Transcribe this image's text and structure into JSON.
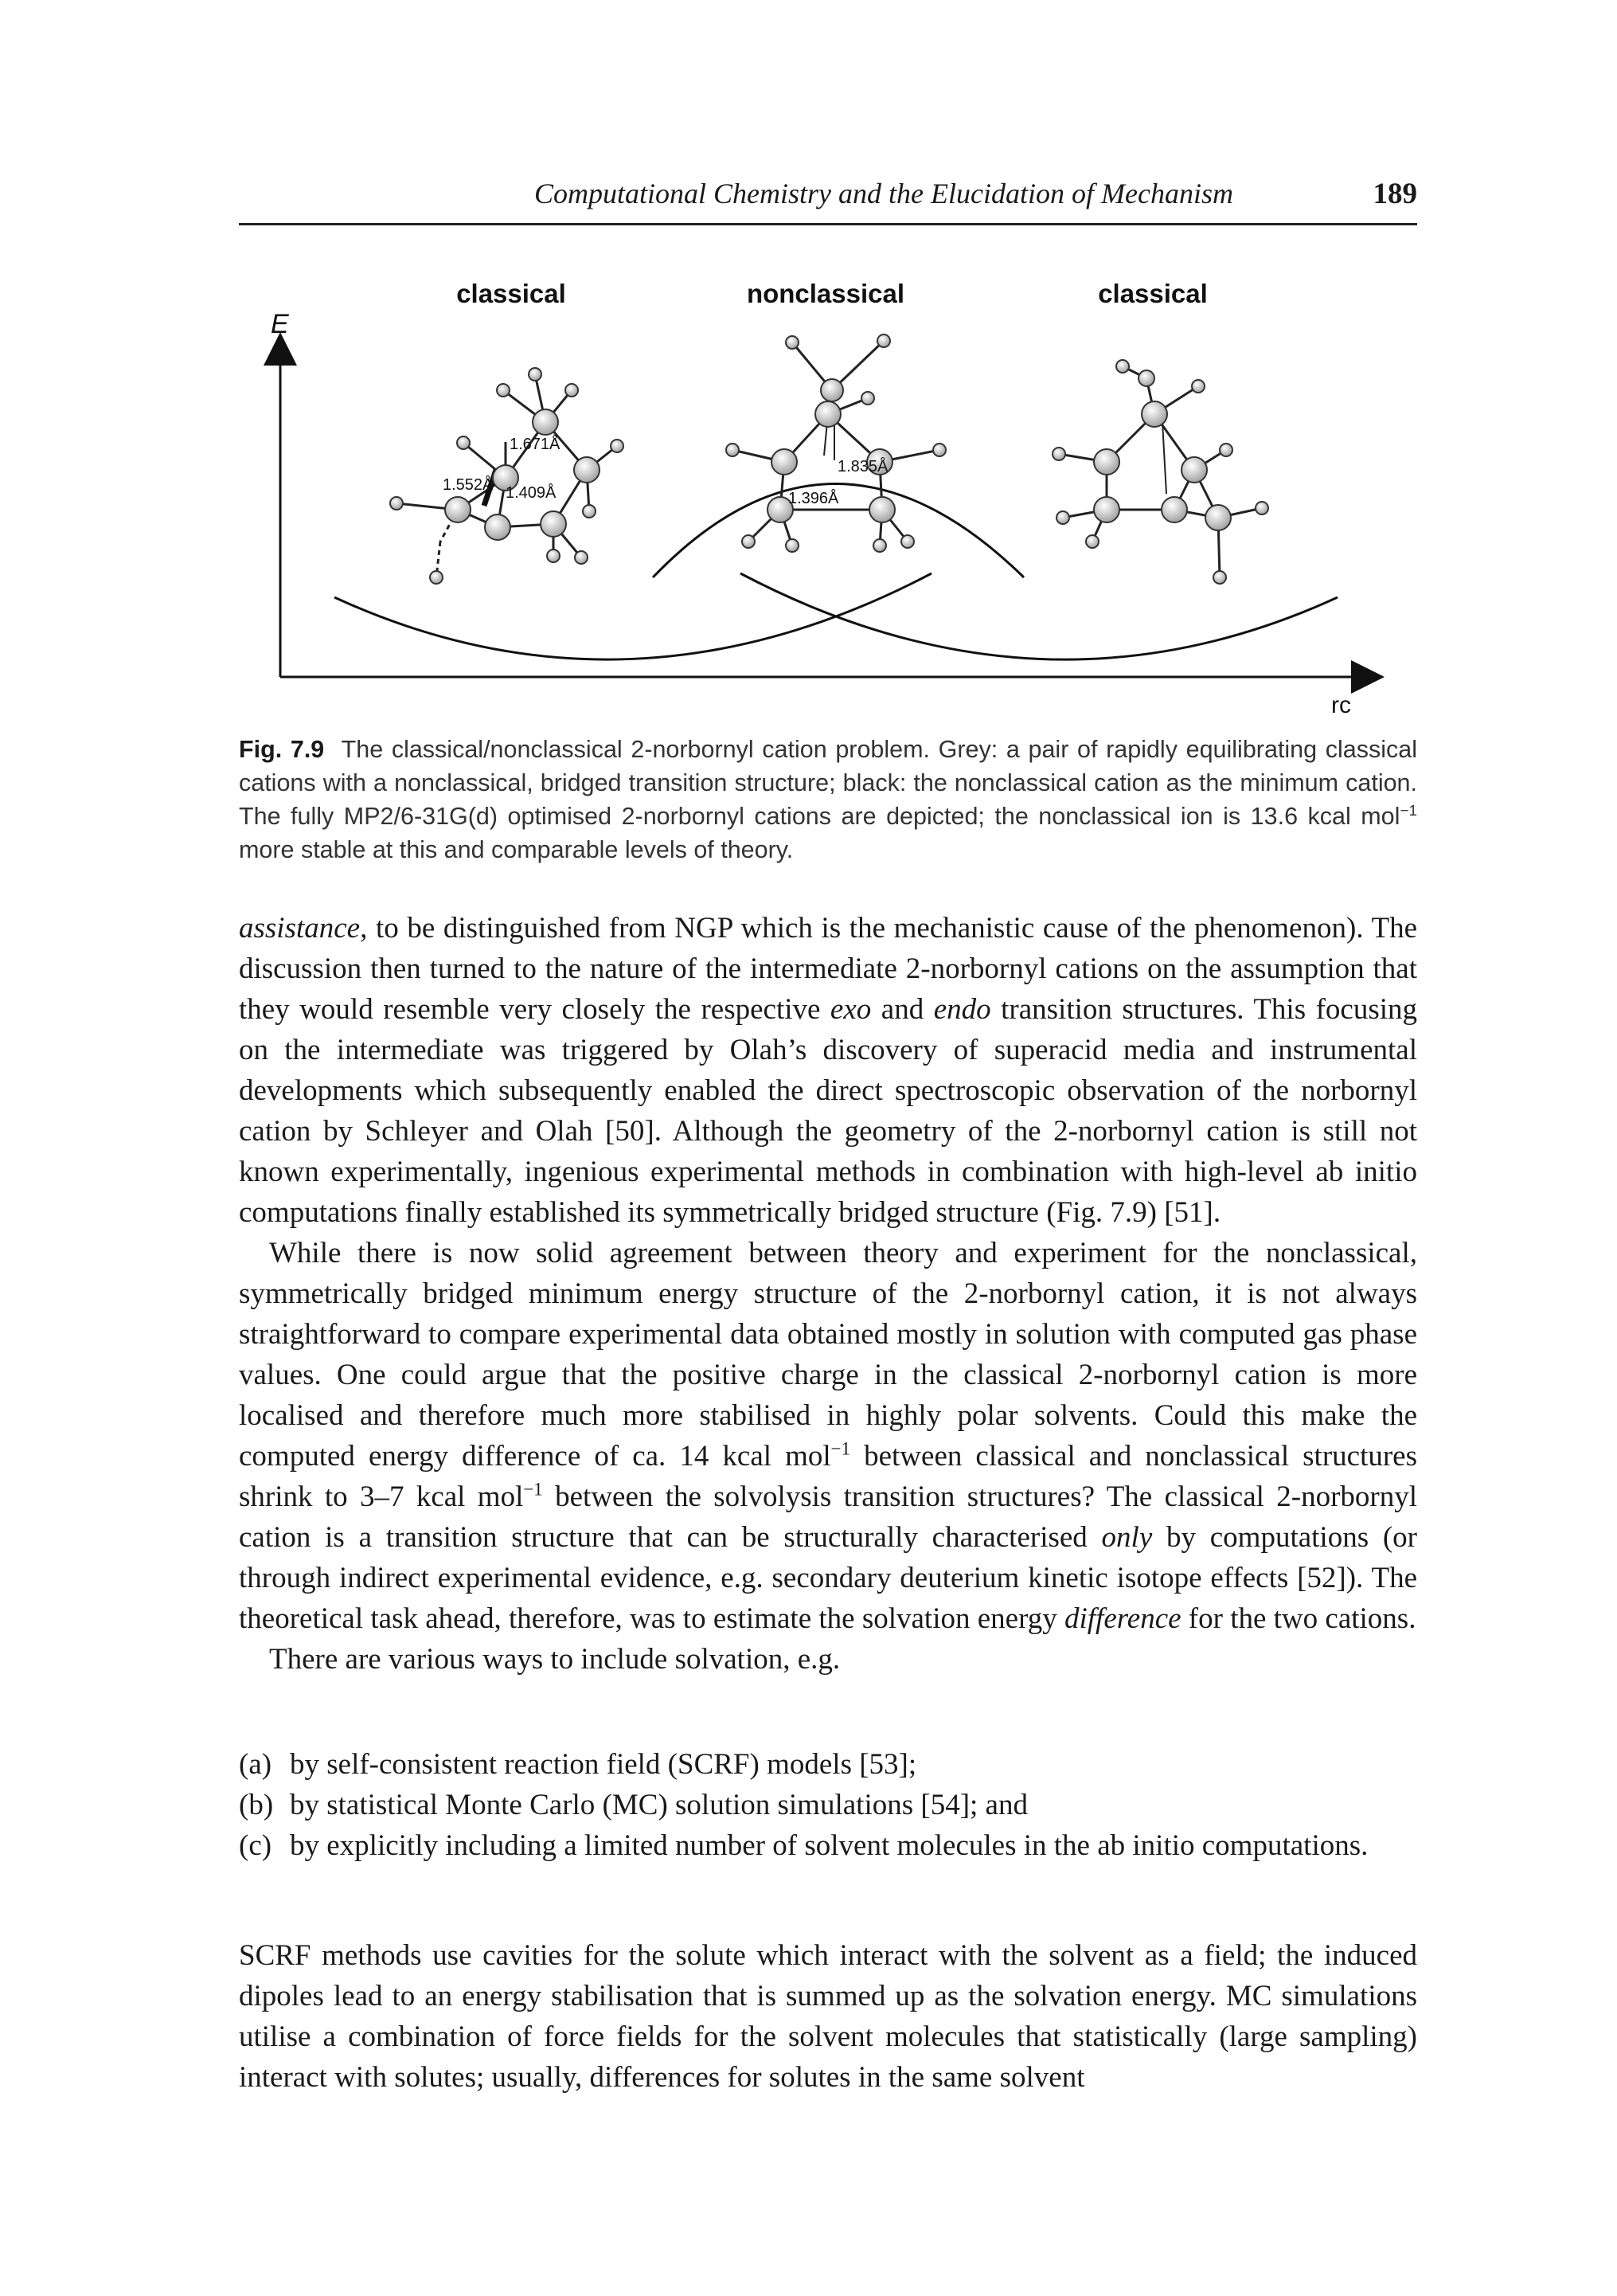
{
  "header": {
    "running_title": "Computational Chemistry and the Elucidation of Mechanism",
    "page_number": "189"
  },
  "figure": {
    "axis_y_label": "E",
    "axis_x_label": "rc",
    "structures": [
      {
        "label": "classical",
        "bonds": [
          "1.671Å",
          "1.552Å",
          "1.409Å"
        ]
      },
      {
        "label": "nonclassical",
        "bonds": [
          "1.835Å",
          "1.396Å"
        ]
      },
      {
        "label": "classical",
        "bonds": []
      }
    ]
  },
  "caption": {
    "label": "Fig. 7.9",
    "text_a": "The classical/nonclassical 2-norbornyl cation problem. Grey: a pair of rapidly equilibrating classical cations with a nonclassical, bridged transition structure; black: the nonclassical cation as the minimum cation. The fully MP2/6-31G(d) optimised 2-norbornyl cations are depicted; the nonclassical ion is 13.6 kcal mol",
    "sup": "−1",
    "text_b": " more stable at this and comparable levels of theory."
  },
  "body": {
    "p1": {
      "em_start": "assistance,",
      "text1": " to be distinguished from NGP which is the mechanistic cause of the phenomenon). The discussion then turned to the nature of the intermediate 2-norbornyl cations on the assumption that they would resemble very closely the respective ",
      "em_exo": "exo",
      "text2": " and ",
      "em_endo": "endo",
      "text3": " transition structures. This focusing on the intermediate was triggered by Olah’s discovery of superacid media and instrumental developments which subsequently enabled the direct spectroscopic observation of the norbornyl cation by Schleyer and Olah [50]. Although the geometry of the 2-norbornyl cation is still not known experimentally, ingenious experimental methods in combination with high-level ab initio computations finally established its symmetrically bridged structure (Fig. 7.9) [51]."
    },
    "p2": {
      "text1": "While there is now solid agreement between theory and experiment for the nonclassical, symmetrically bridged minimum energy structure of the 2-norbornyl cation, it is not always straightforward to compare experimental data obtained mostly in solution with computed gas phase values. One could argue that the positive charge in the classical 2-norbornyl cation is more localised and therefore much more stabilised in highly polar solvents. Could this make the computed energy difference of ca. 14 kcal mol",
      "sup1": "−1",
      "text2": " between classical and nonclassical structures shrink to 3–7 kcal mol",
      "sup2": "−1",
      "text3": " between the solvolysis transition structures? The classical 2-norbornyl cation is a transition structure that can be structurally characterised ",
      "em_only": "only",
      "text4": " by computations (or through indirect experimental evidence, e.g. secondary deuterium kinetic isotope effects [52]). The theoretical task ahead, therefore, was to estimate the solvation energy ",
      "em_diff": "difference",
      "text5": " for the two cations."
    },
    "p3": "There are various ways to include solvation, e.g.",
    "list": [
      {
        "marker": "(a)",
        "text": "by self-consistent reaction field (SCRF) models [53];"
      },
      {
        "marker": "(b)",
        "text": "by statistical Monte Carlo (MC) solution simulations [54]; and"
      },
      {
        "marker": "(c)",
        "text": "by explicitly including a limited number of solvent molecules in the ab initio computations."
      }
    ],
    "p4": "SCRF methods use cavities for the solute which interact with the solvent as a field; the induced dipoles lead to an energy stabilisation that is summed up as the solvation energy. MC simulations utilise a combination of force fields for the solvent molecules that statistically (large sampling) interact with solutes; usually, differences for solutes in the same solvent"
  },
  "colors": {
    "text": "#1a1a1a",
    "caption": "#333333",
    "atom_fill": "#e6e6e6"
  }
}
